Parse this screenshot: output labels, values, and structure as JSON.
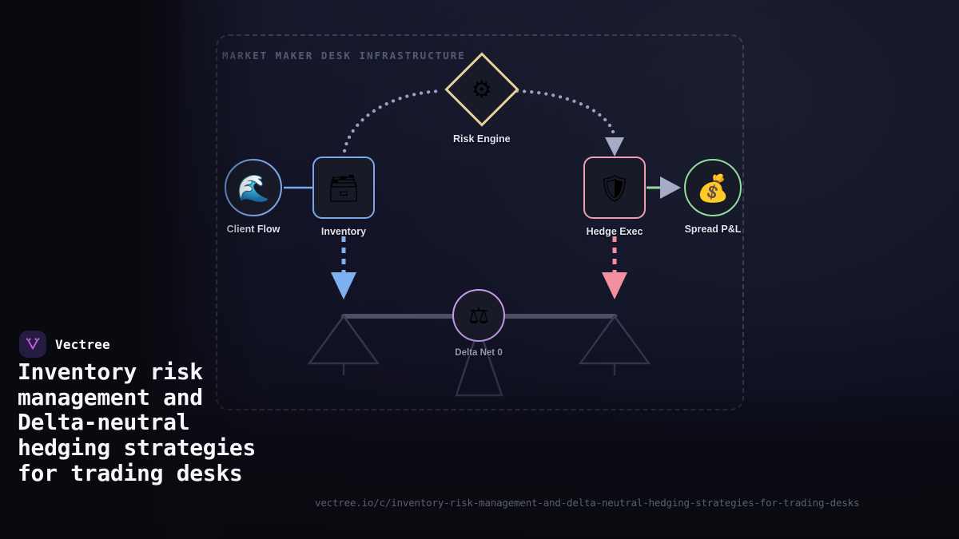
{
  "frame": {
    "title": "MARKET MAKER DESK INFRASTRUCTURE"
  },
  "nodes": [
    {
      "id": "client-flow",
      "label": "Client Flow",
      "icon": "wave-icon",
      "glyph": "🌊",
      "shape": "circle",
      "accent": "#7aa7e8"
    },
    {
      "id": "inventory",
      "label": "Inventory",
      "icon": "card-box-icon",
      "glyph": "🗃",
      "shape": "box",
      "accent": "#7aa7e8"
    },
    {
      "id": "risk-engine",
      "label": "Risk Engine",
      "icon": "gear-icon",
      "glyph": "⚙",
      "shape": "diamond",
      "accent": "#e8cf9a"
    },
    {
      "id": "hedge-exec",
      "label": "Hedge Exec",
      "icon": "shield-icon",
      "glyph": "🛡",
      "shape": "box",
      "accent": "#ef9db3"
    },
    {
      "id": "spread-pl",
      "label": "Spread P&L",
      "icon": "money-bag-icon",
      "glyph": "💰",
      "shape": "circle",
      "accent": "#8ede9a"
    },
    {
      "id": "delta-net",
      "label": "Delta Net 0",
      "icon": "balance-scale-icon",
      "glyph": "⚖",
      "shape": "circle",
      "accent": "#c49be8"
    }
  ],
  "edges": [
    {
      "id": "client-to-inventory",
      "from": "client-flow",
      "to": "inventory",
      "style": "solid",
      "color": "#7aa7e8",
      "arrow": false
    },
    {
      "id": "inventory-to-risk",
      "from": "inventory",
      "to": "risk-engine",
      "style": "dotted",
      "color": "#9aa2c0",
      "arrow": false
    },
    {
      "id": "risk-to-hedge",
      "from": "risk-engine",
      "to": "hedge-exec",
      "style": "dotted",
      "color": "#9aa2c0",
      "arrow": true
    },
    {
      "id": "hedge-to-spread",
      "from": "hedge-exec",
      "to": "spread-pl",
      "style": "solid",
      "color": "#9ad8a6",
      "arrow": true
    },
    {
      "id": "inventory-to-delta",
      "from": "inventory",
      "to": "delta-net",
      "style": "dashed",
      "color": "#7fb0f2",
      "arrow": true
    },
    {
      "id": "hedge-to-delta",
      "from": "hedge-exec",
      "to": "delta-net",
      "style": "dashed",
      "color": "#f2909f",
      "arrow": true
    }
  ],
  "balance": {
    "label": "Delta Net 0",
    "beam_color": "#4b5066",
    "pan_color": "#373b50"
  },
  "brand": {
    "name": "Vectree",
    "logo_icon": "vectree-logo-icon",
    "logo_bg": "#261b40",
    "logo_fg": "#c558e8"
  },
  "headline": "Inventory risk management and Delta-neutral hedging strategies for trading desks",
  "url": "vectree.io/c/inventory-risk-management-and-delta-neutral-hedging-strategies-for-trading-desks"
}
